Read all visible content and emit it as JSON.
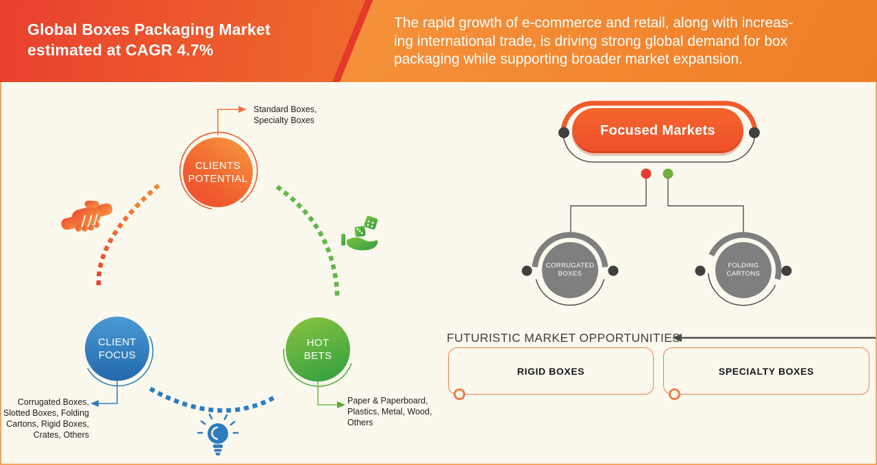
{
  "header": {
    "title": "Global Boxes Packaging Market\nestimated at CAGR 4.7%",
    "description": "The rapid growth of e-commerce and retail, along with increas-\ning international trade, is driving strong global demand for box\npackaging while supporting broader market expansion."
  },
  "left": {
    "clients_potential": {
      "label": "CLIENTS\nPOTENTIAL",
      "callout": "Standard Boxes,\nSpecialty Boxes"
    },
    "client_focus": {
      "label": "CLIENT\nFOCUS",
      "callout": "Corrugated Boxes,\nSlotted Boxes, Folding\nCartons, Rigid Boxes,\nCrates, Others"
    },
    "hot_bets": {
      "label": "HOT\nBETS",
      "callout": "Paper & Paperboard,\nPlastics, Metal, Wood,\nOthers"
    },
    "icons": [
      "handshake-icon",
      "hand-dice-icon",
      "lightbulb-icon"
    ]
  },
  "right": {
    "focused_markets": "Focused Markets",
    "nodes": [
      {
        "label": "CORRUGATED\nBOXES"
      },
      {
        "label": "FOLDING\nCARTONS"
      }
    ],
    "opportunities": {
      "heading": "FUTURISTIC MARKET OPPORTUNITIES",
      "items": [
        {
          "label": "RIGID BOXES"
        },
        {
          "label": "SPECIALTY BOXES"
        }
      ]
    }
  },
  "colors": {
    "header_gradient_left": "#e9402e",
    "header_gradient_right": "#ee7d26",
    "header_stripe": "#e5392b",
    "canvas_background": "#fbf9ee",
    "canvas_border": "#f2a45f",
    "clients_potential": "#ee4a2f",
    "client_focus": "#2268ad",
    "hot_bets": "#2f9e41",
    "focused_markets_pill": "#ee4f27",
    "node_gray": "#7f7f7f",
    "connector_gray": "#4d4d4d",
    "red_dot": "#e23b2e",
    "green_dot": "#6fae3d",
    "opportunity_border": "#ef7b45"
  }
}
